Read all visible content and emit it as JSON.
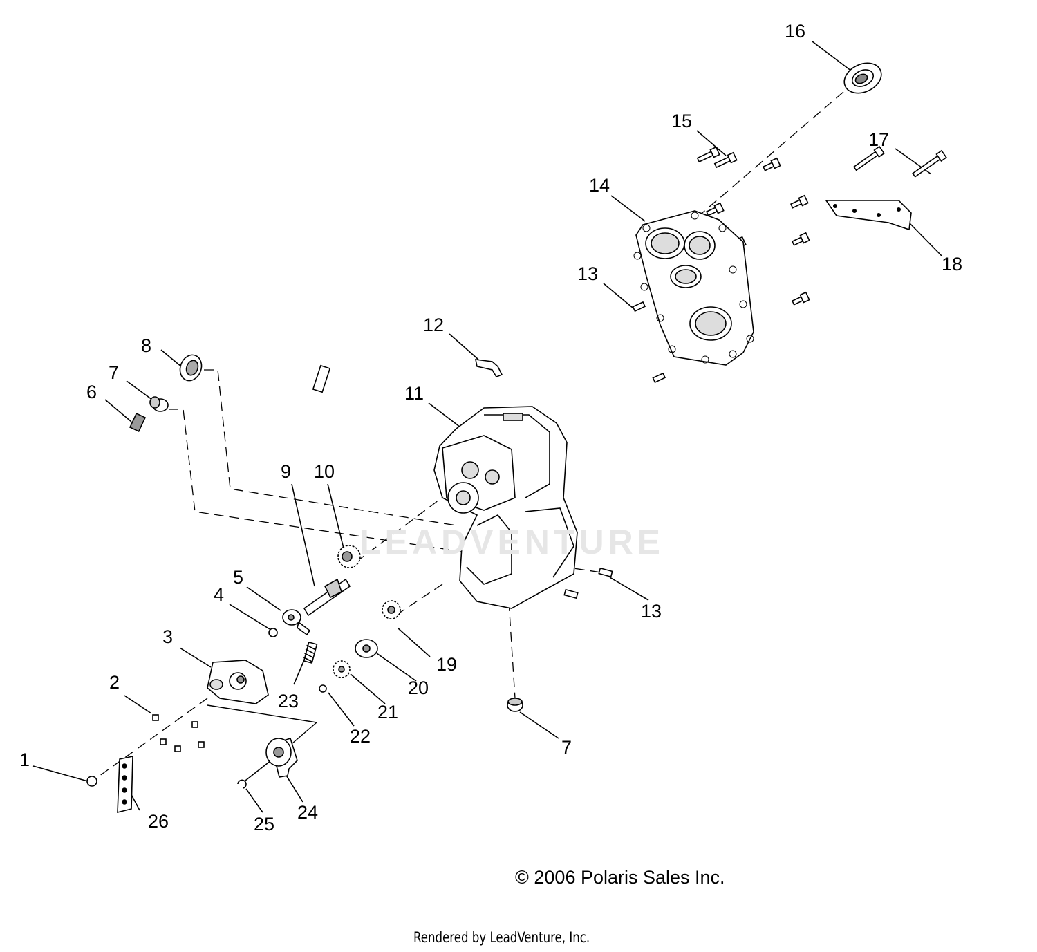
{
  "diagram": {
    "callouts": [
      {
        "id": "1",
        "label": "1"
      },
      {
        "id": "2",
        "label": "2"
      },
      {
        "id": "3",
        "label": "3"
      },
      {
        "id": "4",
        "label": "4"
      },
      {
        "id": "5",
        "label": "5"
      },
      {
        "id": "6",
        "label": "6"
      },
      {
        "id": "7a",
        "label": "7"
      },
      {
        "id": "7b",
        "label": "7"
      },
      {
        "id": "8",
        "label": "8"
      },
      {
        "id": "9",
        "label": "9"
      },
      {
        "id": "10",
        "label": "10"
      },
      {
        "id": "11",
        "label": "11"
      },
      {
        "id": "12",
        "label": "12"
      },
      {
        "id": "13a",
        "label": "13"
      },
      {
        "id": "13b",
        "label": "13"
      },
      {
        "id": "14",
        "label": "14"
      },
      {
        "id": "15",
        "label": "15"
      },
      {
        "id": "16",
        "label": "16"
      },
      {
        "id": "17",
        "label": "17"
      },
      {
        "id": "18",
        "label": "18"
      },
      {
        "id": "19",
        "label": "19"
      },
      {
        "id": "20",
        "label": "20"
      },
      {
        "id": "21",
        "label": "21"
      },
      {
        "id": "22",
        "label": "22"
      },
      {
        "id": "23",
        "label": "23"
      },
      {
        "id": "24",
        "label": "24"
      },
      {
        "id": "25",
        "label": "25"
      },
      {
        "id": "26",
        "label": "26"
      }
    ]
  },
  "watermark": "LEADVENTURE",
  "footer": {
    "copyright": "© 2006 Polaris Sales Inc.",
    "rendered_by": "Rendered by LeadVenture, Inc."
  }
}
